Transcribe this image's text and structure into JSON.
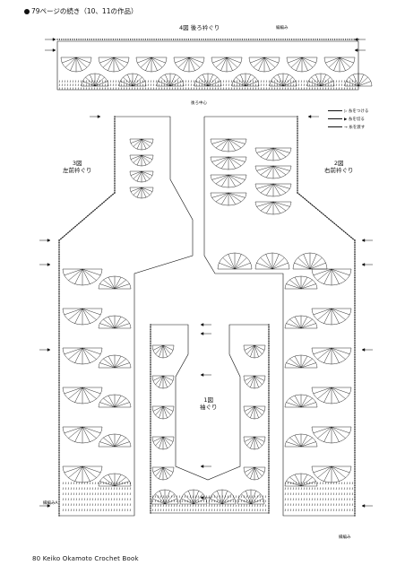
{
  "header": {
    "text": "79ページの続き（10、11の作品）"
  },
  "footer": {
    "text": "80 Keiko Okamoto Crochet Book"
  },
  "pieces": {
    "fig4": {
      "number": "4図",
      "name": "後ろ衿ぐり",
      "center_label": "後ろ中心",
      "mark_label": "編編み"
    },
    "fig3": {
      "number": "3図",
      "name": "左前衿ぐり"
    },
    "fig2": {
      "number": "2図",
      "name": "右前衿ぐり"
    },
    "fig1": {
      "number": "1図",
      "name": "袖ぐり"
    }
  },
  "legend": {
    "items": [
      {
        "symbol": "▷",
        "label": "糸をつける"
      },
      {
        "symbol": "▶",
        "label": "糸を切る"
      },
      {
        "symbol": "→",
        "label": "糸を渡す"
      }
    ]
  },
  "bottom_labels": {
    "left": "縁編みA",
    "right": "縁編み"
  },
  "colors": {
    "ink": "#111111",
    "paper": "#ffffff"
  }
}
